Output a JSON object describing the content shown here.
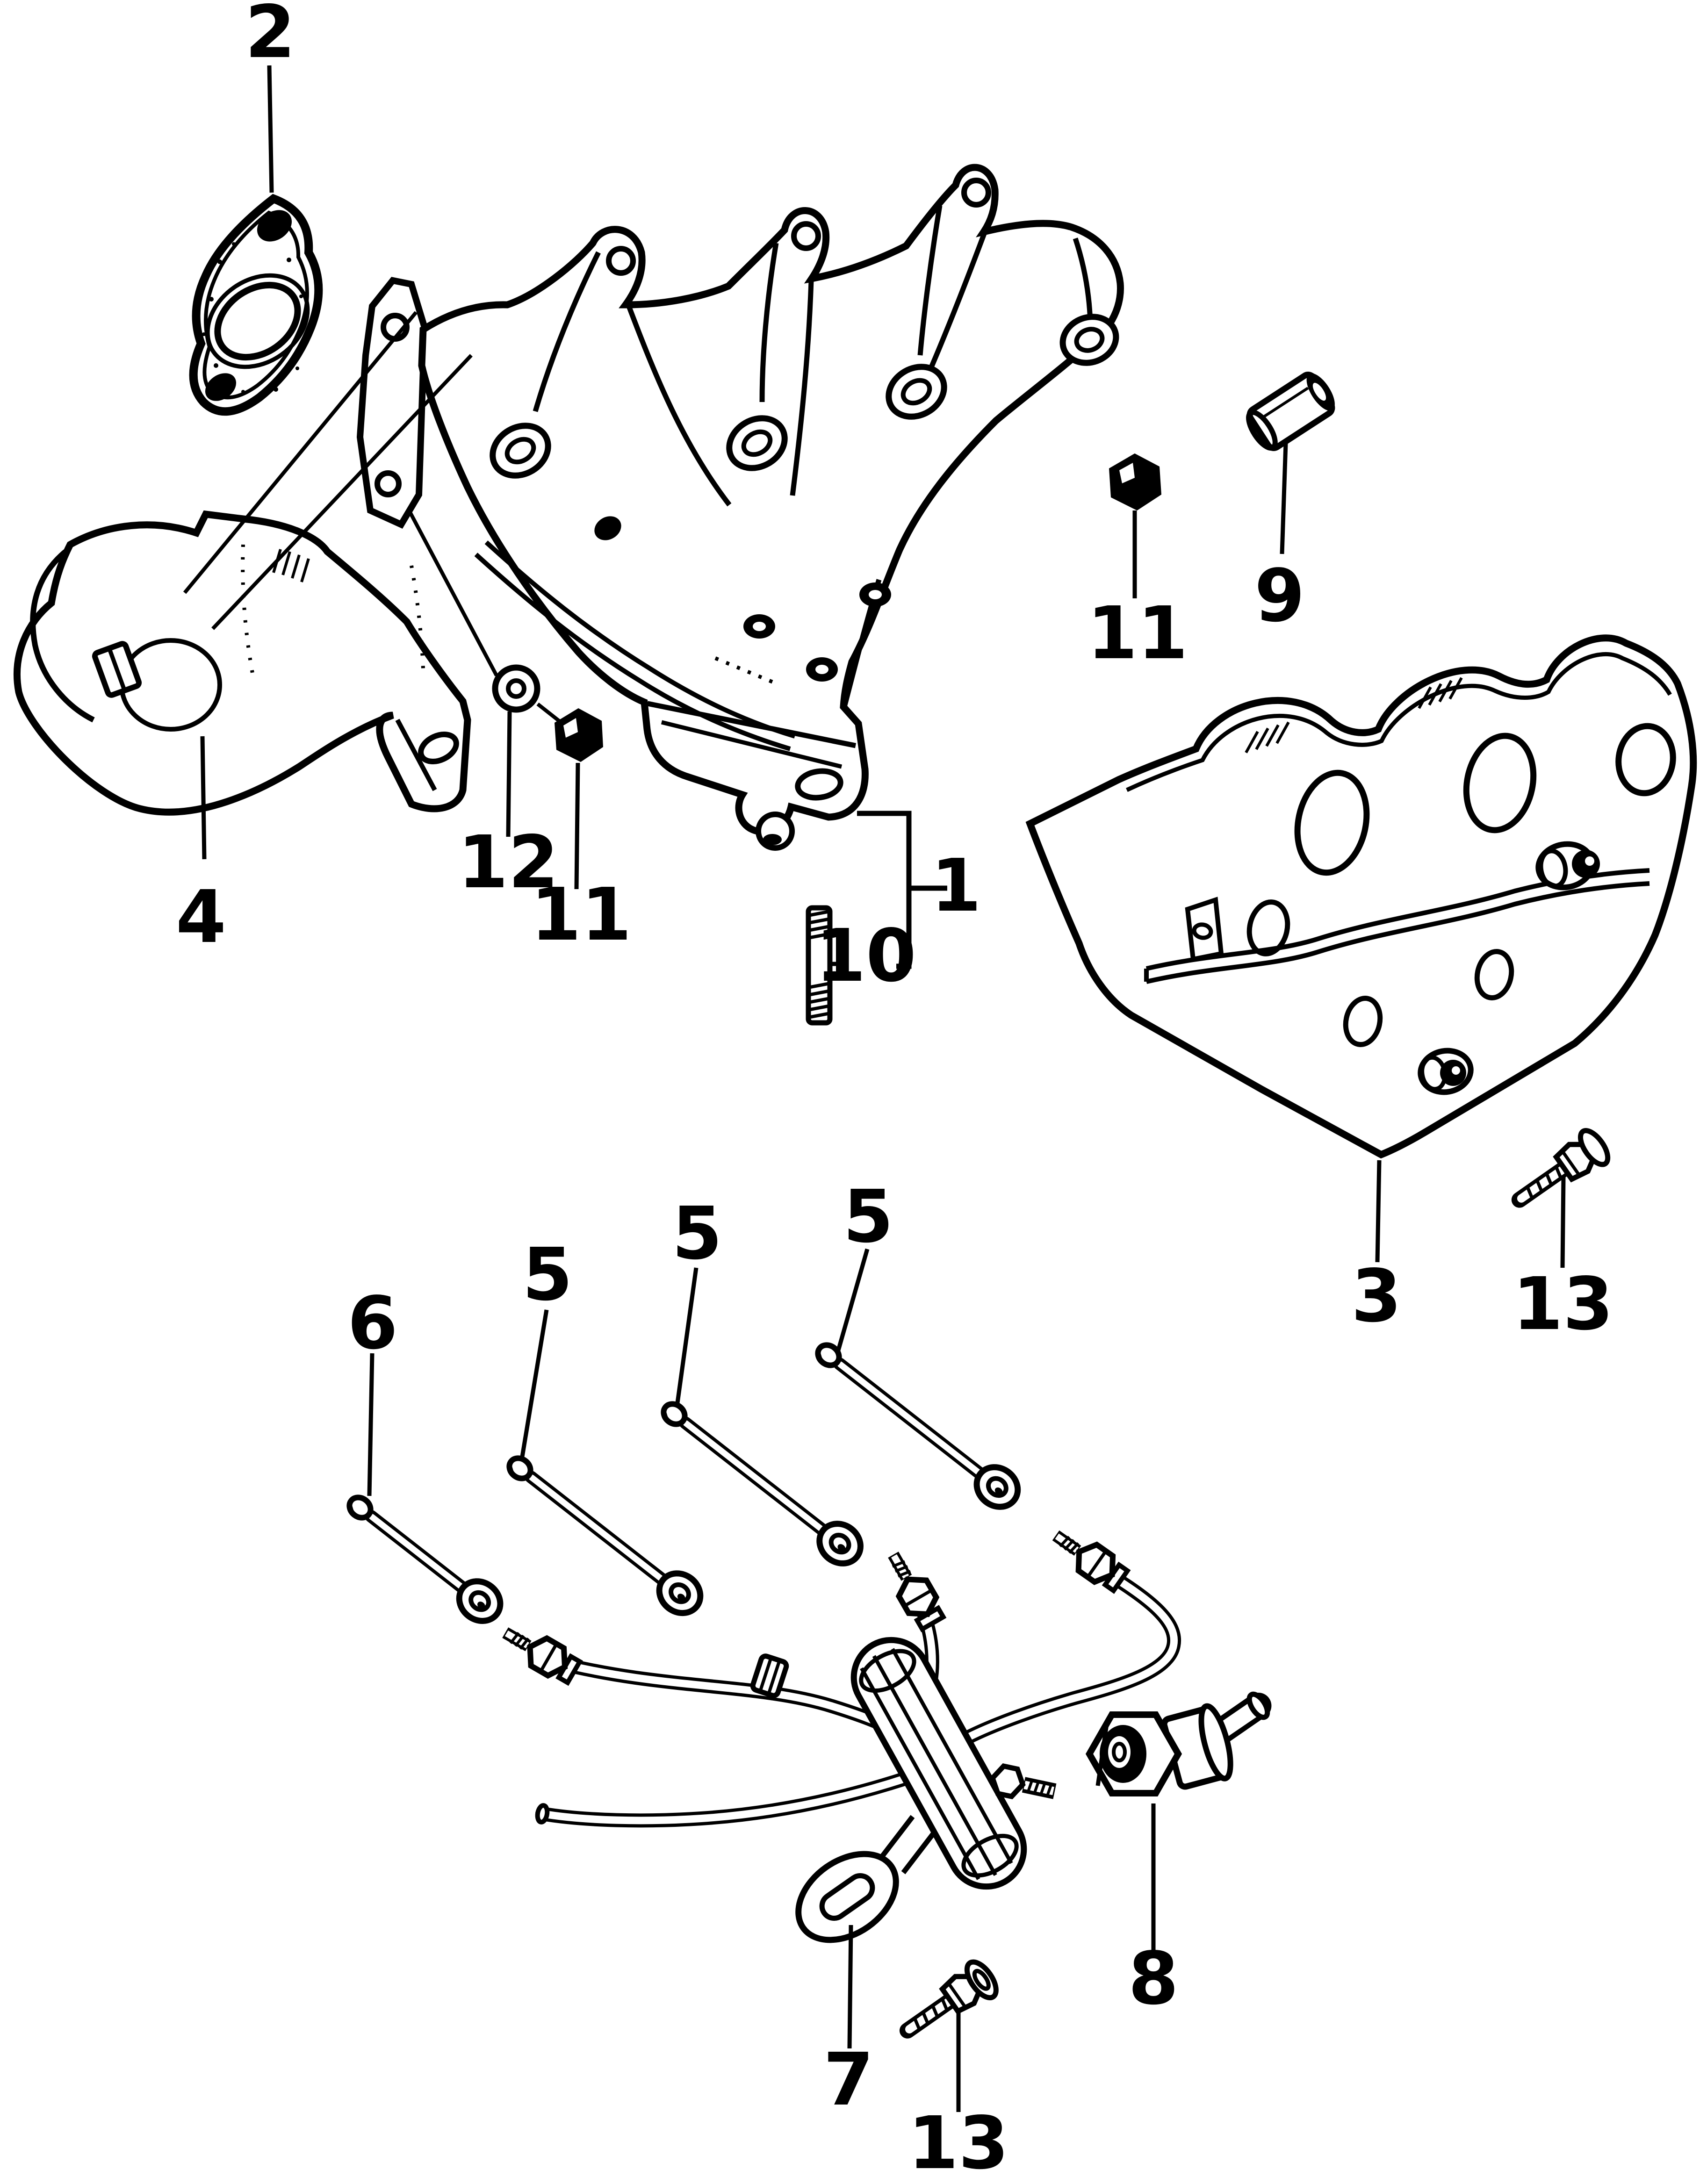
{
  "diagram": {
    "background_color": "#ffffff",
    "line_color": "#000000",
    "kind": "exploded-parts-diagram"
  },
  "callouts": [
    {
      "id": "2",
      "part": "gasket"
    },
    {
      "id": "4",
      "part": "exhaust-pipe-heat-shield"
    },
    {
      "id": "12",
      "part": "washer"
    },
    {
      "id": "11",
      "part": "flange-nut"
    },
    {
      "id": "10",
      "part": "stud-bolt"
    },
    {
      "id": "1",
      "part": "exhaust-manifold"
    },
    {
      "id": "11",
      "part": "flange-nut"
    },
    {
      "id": "9",
      "part": "collar-spacer"
    },
    {
      "id": "3",
      "part": "manifold-heat-cover"
    },
    {
      "id": "13",
      "part": "flange-bolt"
    },
    {
      "id": "6",
      "part": "long-bolt"
    },
    {
      "id": "5",
      "part": "long-bolt"
    },
    {
      "id": "5",
      "part": "long-bolt"
    },
    {
      "id": "5",
      "part": "long-bolt"
    },
    {
      "id": "7",
      "part": "air-suction-pipe-stay"
    },
    {
      "id": "8",
      "part": "check-valve"
    },
    {
      "id": "13",
      "part": "flange-bolt"
    }
  ]
}
